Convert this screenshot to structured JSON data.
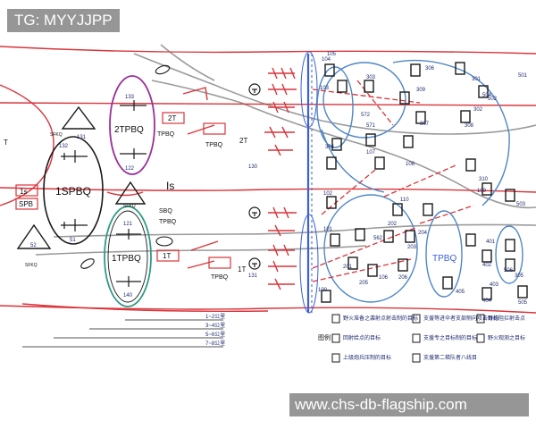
{
  "watermarks": {
    "top": "TG: MYYJJPP",
    "bottom": "www.chs-db-flagship.com"
  },
  "colors": {
    "line_red": "#d9343a",
    "road_gray": "#9a9a9a",
    "front_blue": "#3a5fd9",
    "circle_blue": "#4f86c6",
    "ring_purple": "#9a2f9a",
    "ring_green": "#2f9a86",
    "ink": "#1a1a1a"
  },
  "units": {
    "spbq_1": "1SPBQ",
    "tpbq_2": "2TPBQ",
    "tpbq_1": "1TPBQ",
    "tpbq_enemy": "TPBQ",
    "sfkq": "SFKQ",
    "is_label": "Is",
    "is_box": "1s",
    "spb_box": "SPB",
    "tpbq_box": "TPBQ",
    "t2_box": "2T",
    "t1_box": "1T",
    "t2_label": "2T",
    "t1_label": "1T",
    "t_side": "T",
    "sfkq_top": "SFKQ",
    "sfkq_mid": "SFKQ",
    "sfkq_bottom": "SFKQ",
    "sbq_1": "SBQ",
    "tpbq_b1": "TPBQ",
    "tpbq_b2": "TPBQ",
    "tpbq_b3": "TPBQ"
  },
  "numbers": [
    "132",
    "131",
    "52",
    "51",
    "133",
    "122",
    "121",
    "140",
    "130",
    "131",
    "100",
    "101",
    "102",
    "103",
    "104",
    "105",
    "106",
    "107",
    "108",
    "109",
    "110",
    "201",
    "202",
    "203",
    "204",
    "205",
    "206",
    "301",
    "302",
    "303",
    "304",
    "305",
    "306",
    "307",
    "308",
    "309",
    "310",
    "401",
    "402",
    "403",
    "404",
    "405",
    "501",
    "502",
    "503",
    "504",
    "505",
    "506",
    "562",
    "571",
    "572"
  ],
  "legend": {
    "row_label": "图例",
    "items": [
      "野火准备之袭射点射击制的目标",
      "支援等进伞者支部侧向攻击目标",
      "野炮阻拦射击点",
      "回射给点的目标",
      "支援专之目标制的目标",
      "野火观测之目标",
      "上级炮兵压制的目标",
      "支援第二梯队者八线目"
    ]
  },
  "ranges": [
    "1~2公里",
    "3~4公里",
    "5~6公里",
    "7~8公里"
  ]
}
